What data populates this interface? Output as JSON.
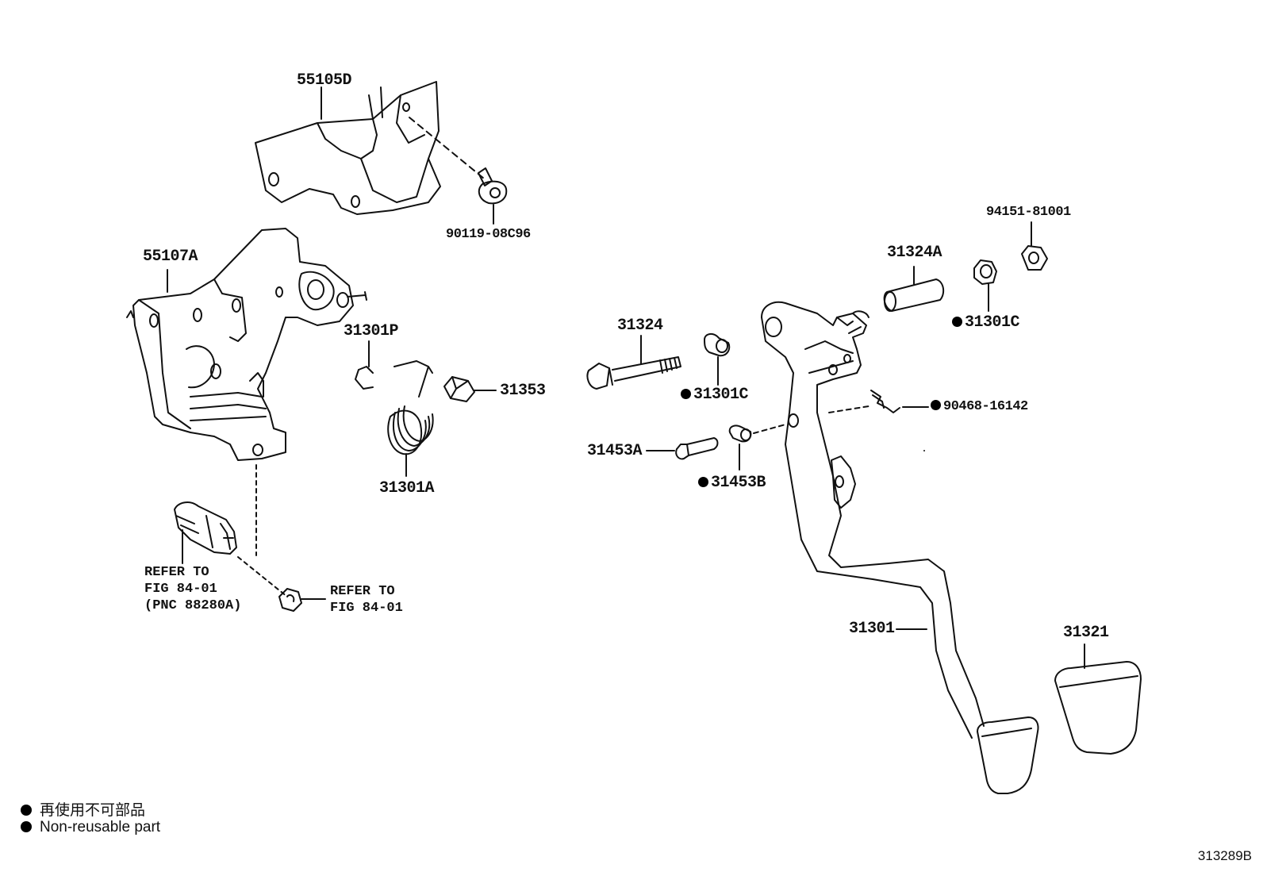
{
  "parts": {
    "p55105D": "55105D",
    "p90119": "90119-08C96",
    "p55107A": "55107A",
    "p94151": "94151-81001",
    "p31324A": "31324A",
    "p31301C_a": "31301C",
    "p31301P": "31301P",
    "p31353": "31353",
    "p31324": "31324",
    "p31301C_b": "31301C",
    "p90468": "90468-16142",
    "p31453A": "31453A",
    "p31453B": "31453B",
    "p31301A": "31301A",
    "p31301": "31301",
    "p31321": "31321"
  },
  "refs": {
    "ref_left": "REFER TO\nFIG 84-01\n(PNC 88280A)",
    "ref_right": "REFER TO\nFIG 84-01"
  },
  "legend": {
    "jp": "再使用不可部品",
    "en": "Non-reusable part"
  },
  "figure_number": "313289B"
}
